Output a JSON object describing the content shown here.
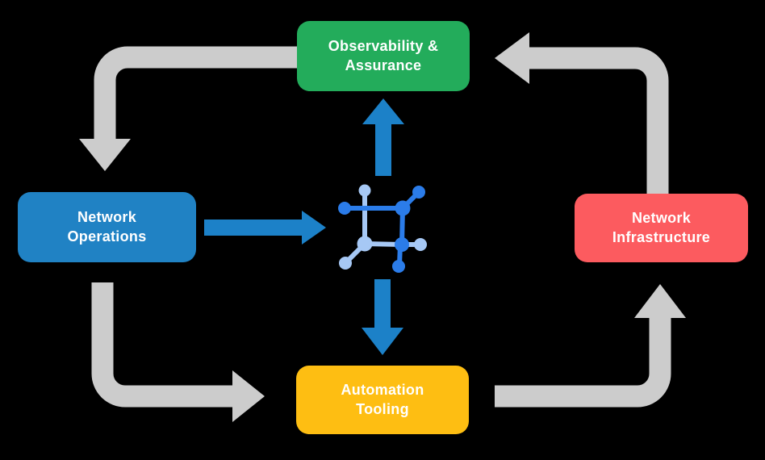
{
  "diagram": {
    "nodes": {
      "observability": {
        "label_line1": "Observability &",
        "label_line2": "Assurance",
        "color": "#23AC5B"
      },
      "operations": {
        "label_line1": "Network",
        "label_line2": "Operations",
        "color": "#2082C4"
      },
      "infrastructure": {
        "label_line1": "Network",
        "label_line2": "Infrastructure",
        "color": "#FC5B5F"
      },
      "automation": {
        "label_line1": "Automation",
        "label_line2": "Tooling",
        "color": "#FEBE12"
      }
    },
    "center_icon": "network-automation-mesh-icon",
    "edges": [
      {
        "from": "observability",
        "to": "operations",
        "style": "gray-elbow"
      },
      {
        "from": "operations",
        "to": "automation",
        "style": "gray-elbow"
      },
      {
        "from": "automation",
        "to": "infrastructure",
        "style": "gray-elbow"
      },
      {
        "from": "infrastructure",
        "to": "observability",
        "style": "gray-elbow"
      },
      {
        "from": "operations",
        "to": "center-icon",
        "style": "blue-straight"
      },
      {
        "from": "center-icon",
        "to": "observability",
        "style": "blue-straight"
      },
      {
        "from": "center-icon",
        "to": "automation",
        "style": "blue-straight"
      }
    ],
    "colors": {
      "background": "#000000",
      "text": "#FFFFFF",
      "gray_arrow": "#CCCCCC",
      "blue_arrow": "#1C81C8",
      "icon_dark": "#2B7CE9",
      "icon_light": "#A6C8F5"
    }
  }
}
